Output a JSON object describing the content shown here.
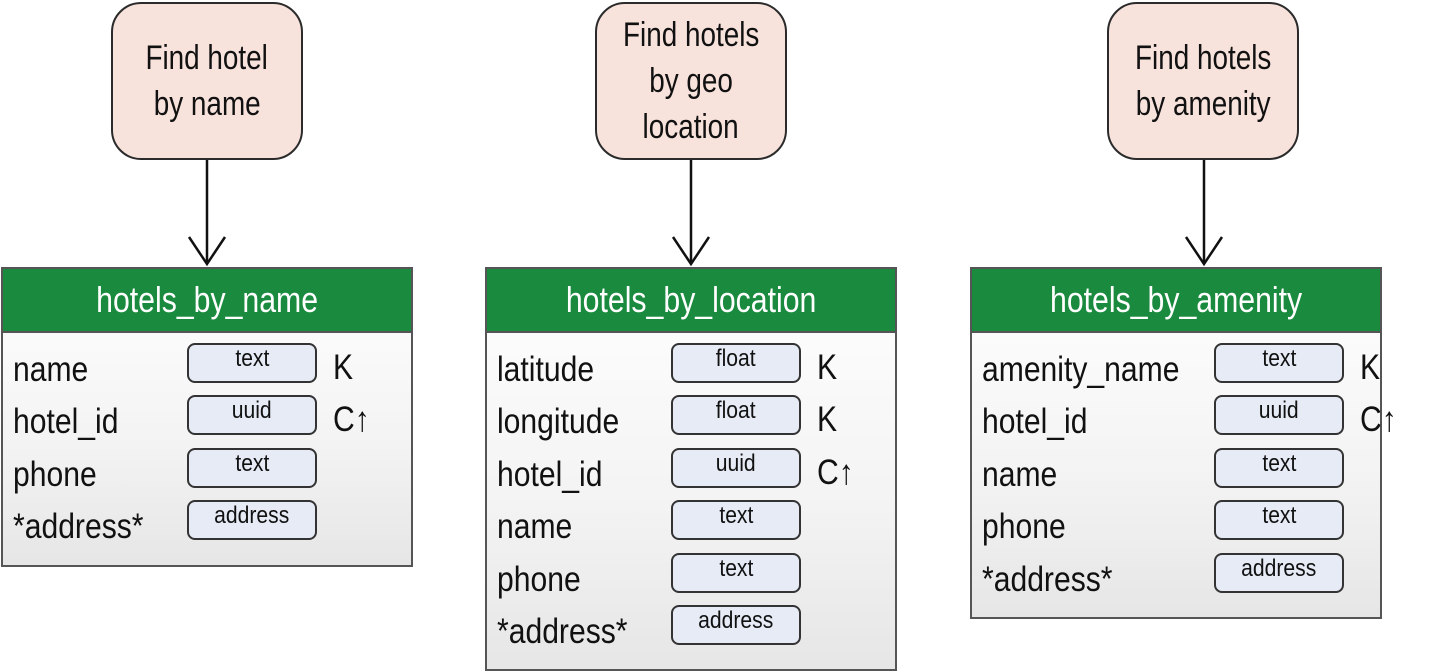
{
  "queries": [
    {
      "lines": [
        "Find hotel",
        "by name"
      ]
    },
    {
      "lines": [
        "Find hotels",
        "by geo",
        "location"
      ]
    },
    {
      "lines": [
        "Find hotels",
        "by amenity"
      ]
    }
  ],
  "tables": [
    {
      "name": "hotels_by_name",
      "columns": [
        {
          "name": "name",
          "type": "text",
          "key": "K"
        },
        {
          "name": "hotel_id",
          "type": "uuid",
          "key": "C↑"
        },
        {
          "name": "phone",
          "type": "text",
          "key": ""
        },
        {
          "name": "*address*",
          "type": "address",
          "key": ""
        }
      ]
    },
    {
      "name": "hotels_by_location",
      "columns": [
        {
          "name": "latitude",
          "type": "float",
          "key": "K"
        },
        {
          "name": "longitude",
          "type": "float",
          "key": "K"
        },
        {
          "name": "hotel_id",
          "type": "uuid",
          "key": "C↑"
        },
        {
          "name": "name",
          "type": "text",
          "key": ""
        },
        {
          "name": "phone",
          "type": "text",
          "key": ""
        },
        {
          "name": "*address*",
          "type": "address",
          "key": ""
        }
      ]
    },
    {
      "name": "hotels_by_amenity",
      "columns": [
        {
          "name": "amenity_name",
          "type": "text",
          "key": "K"
        },
        {
          "name": "hotel_id",
          "type": "uuid",
          "key": "C↑"
        },
        {
          "name": "name",
          "type": "text",
          "key": ""
        },
        {
          "name": "phone",
          "type": "text",
          "key": ""
        },
        {
          "name": "*address*",
          "type": "address",
          "key": ""
        }
      ]
    }
  ],
  "colors": {
    "query_fill": "#f8e2dc",
    "header_fill": "#1a8a3e",
    "type_fill": "#e6ebf6"
  }
}
